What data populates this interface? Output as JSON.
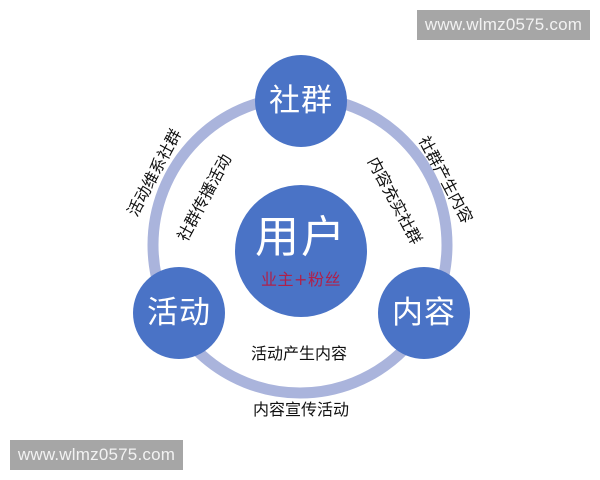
{
  "watermarks": {
    "top_right": "www.wlmz0575.com",
    "bottom_left": "www.wlmz0575.com"
  },
  "diagram": {
    "center": {
      "title": "用户",
      "subtitle": "业主+粉丝"
    },
    "nodes": [
      {
        "id": "community",
        "label": "社群"
      },
      {
        "id": "activity",
        "label": "活动"
      },
      {
        "id": "content",
        "label": "内容"
      }
    ],
    "edges": {
      "activity_community_outer": "活动维系社群",
      "activity_community_inner": "社群传播活动",
      "community_content_outer": "社群产生内容",
      "community_content_inner": "内容充实社群",
      "activity_content_inner": "活动产生内容",
      "activity_content_outer": "内容宣传活动"
    },
    "colors": {
      "node_fill": "#4a73c6",
      "ring": "#aab4dc",
      "subtitle": "#b0204a",
      "watermark_bg": "#a6a6a6"
    }
  }
}
